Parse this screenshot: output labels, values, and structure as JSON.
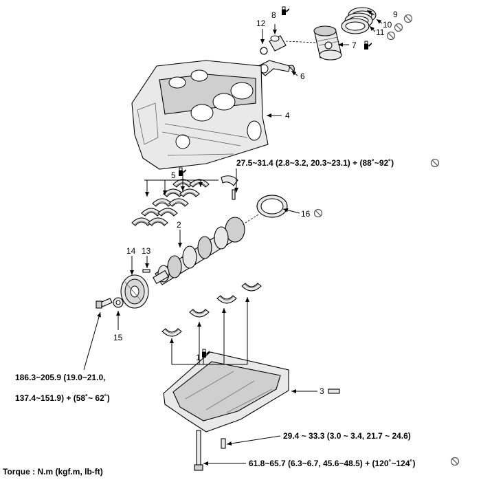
{
  "parts": {
    "p1": "1",
    "p2": "2",
    "p3": "3",
    "p4": "4",
    "p5": "5",
    "p6": "6",
    "p7": "7",
    "p8": "8",
    "p9": "9",
    "p10": "10",
    "p11": "11",
    "p12": "12",
    "p13": "13",
    "p14": "14",
    "p15": "15",
    "p16": "16"
  },
  "torque": {
    "con_rod": "27.5~31.4 (2.8~3.2, 20.3~23.1) + (88˚~92˚)",
    "pulley_line1": "186.3~205.9 (19.0~21.0,",
    "pulley_line2": "137.4~151.9) + (58˚~ 62˚)",
    "ladder_bolt": "29.4 ~ 33.3 (3.0 ~ 3.4, 21.7 ~ 24.6)",
    "main_bolt": "61.8~65.7 (6.3~6.7, 45.6~48.5) + (120˚~124˚)",
    "unit": "Torque : N.m (kgf.m, lb-ft)"
  },
  "icons": [
    "do-not-reuse-icon",
    "oil-can-icon"
  ]
}
